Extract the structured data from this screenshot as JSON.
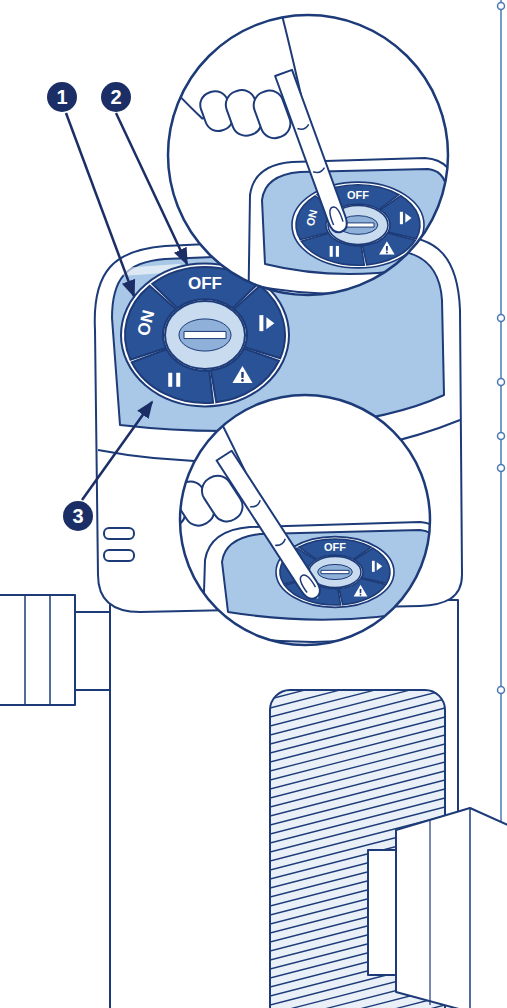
{
  "diagram": {
    "labels": [
      "ON",
      "OFF",
      "1",
      "2",
      "ON",
      "OFF",
      "3",
      "OFF"
    ]
  }
}
